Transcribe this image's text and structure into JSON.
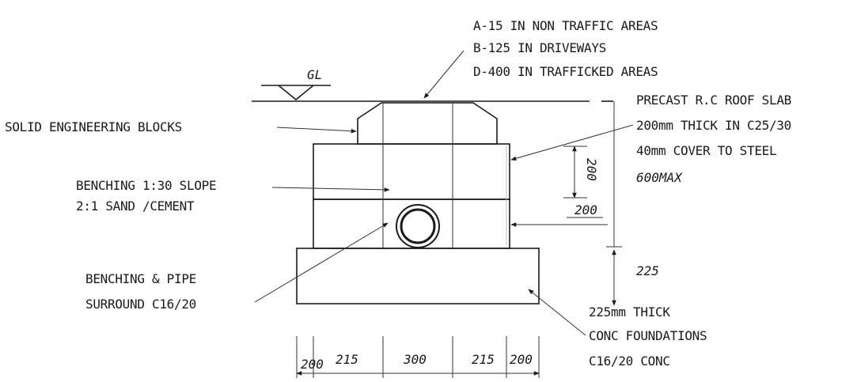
{
  "cover_notes": {
    "line1": "A-15 IN NON TRAFFIC AREAS",
    "line2": "B-125 IN DRIVEWAYS",
    "line3": "D-400 IN TRAFFICKED AREAS"
  },
  "ground_level": "GL",
  "labels": {
    "engineering_blocks": "SOLID ENGINEERING BLOCKS",
    "benching_slope_1": "BENCHING 1:30 SLOPE",
    "benching_slope_2": "2:1 SAND /CEMENT",
    "benching_pipe_1": "BENCHING & PIPE",
    "benching_pipe_2": "SURROUND C16/20",
    "roof_slab_1": "PRECAST R.C ROOF SLAB",
    "roof_slab_2": "200mm THICK IN C25/30",
    "roof_slab_3": "40mm COVER TO STEEL",
    "roof_slab_4": "600MAX",
    "foundation_1": "225mm THICK",
    "foundation_2": "CONC FOUNDATIONS",
    "foundation_3": "C16/20 CONC"
  },
  "dimensions": {
    "slab_height": "200",
    "wall_thickness": "200",
    "foundation_depth": "225",
    "bottom": [
      "200",
      "215",
      "300",
      "215",
      "200"
    ]
  }
}
